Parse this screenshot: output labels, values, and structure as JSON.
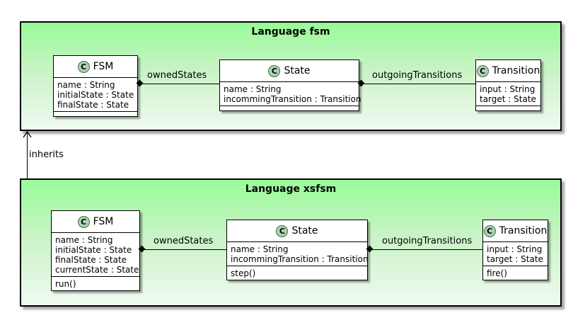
{
  "diagram": {
    "icon_letter": "C",
    "colors": {
      "package_fill_top": "#98FB98",
      "package_fill_bottom": "#F0FAF0",
      "class_icon_fill": "#ADD1B2",
      "class_icon_border": "#3A7343",
      "border": "#000000"
    },
    "packages": [
      {
        "title": "Language fsm",
        "classes": [
          {
            "name": "FSM",
            "attributes": [
              "name : String",
              "initialState : State",
              "finalState : State"
            ],
            "methods": []
          },
          {
            "name": "State",
            "attributes": [
              "name : String",
              "incommingTransition : Transition"
            ],
            "methods": []
          },
          {
            "name": "Transition",
            "attributes": [
              "input : String",
              "target : State"
            ],
            "methods": []
          }
        ]
      },
      {
        "title": "Language xsfsm",
        "classes": [
          {
            "name": "FSM",
            "attributes": [
              "name : String",
              "initialState : State",
              "finalState : State",
              "currentState : State"
            ],
            "methods": [
              "run()"
            ]
          },
          {
            "name": "State",
            "attributes": [
              "name : String",
              "incommingTransition : Transition"
            ],
            "methods": [
              "step()"
            ]
          },
          {
            "name": "Transition",
            "attributes": [
              "input : String",
              "target : State"
            ],
            "methods": [
              "fire()"
            ]
          }
        ]
      }
    ],
    "relations": [
      {
        "package": "Language fsm",
        "from": "FSM",
        "to": "State",
        "label": "ownedStates",
        "kind": "composition"
      },
      {
        "package": "Language fsm",
        "from": "State",
        "to": "Transition",
        "label": "outgoingTransitions",
        "kind": "composition"
      },
      {
        "package": "Language xsfsm",
        "from": "FSM",
        "to": "State",
        "label": "ownedStates",
        "kind": "composition"
      },
      {
        "package": "Language xsfsm",
        "from": "State",
        "to": "Transition",
        "label": "outgoingTransitions",
        "kind": "composition"
      },
      {
        "from": "Language xsfsm",
        "to": "Language fsm",
        "label": "inherits",
        "kind": "arrow"
      }
    ]
  }
}
